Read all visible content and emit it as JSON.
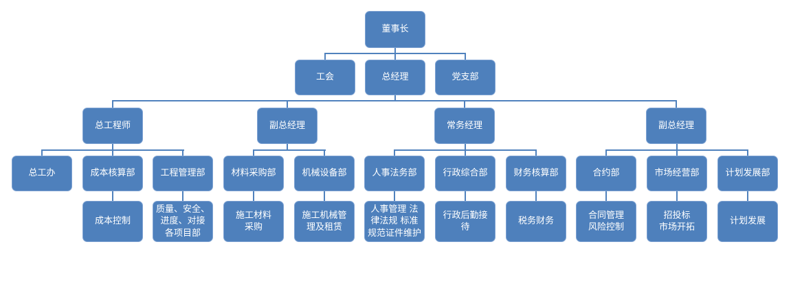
{
  "org_chart": {
    "colors": {
      "background": "#ffffff",
      "node_fill": "#4e80bc",
      "node_border": "#7fa3d3",
      "node_text": "#ffffff",
      "connector": "#4f81bd"
    },
    "nodes": {
      "chairman": {
        "label": "董事长"
      },
      "labor_union": {
        "label": "工会"
      },
      "general_manager": {
        "label": "总经理"
      },
      "party_branch": {
        "label": "党支部"
      },
      "chief_engineer": {
        "label": "总工程师"
      },
      "deputy_general_manager_1": {
        "label": "副总经理"
      },
      "managing_manager": {
        "label": "常务经理"
      },
      "deputy_general_manager_2": {
        "label": "副总经理"
      },
      "chief_engineer_office": {
        "label": "总工办"
      },
      "cost_accounting_dept": {
        "label": "成本核算部"
      },
      "engineering_management_dept": {
        "label": "工程管理部"
      },
      "material_purchasing_dept": {
        "label": "材料采购部"
      },
      "machinery_equipment_dept": {
        "label": "机械设备部"
      },
      "hr_legal_dept": {
        "label": "人事法务部"
      },
      "administration_dept": {
        "label": "行政综合部"
      },
      "finance_accounting_dept": {
        "label": "财务核算部"
      },
      "contract_dept": {
        "label": "合约部"
      },
      "market_operations_dept": {
        "label": "市场经营部"
      },
      "planning_development_dept": {
        "label": "计划发展部"
      },
      "cost_control": {
        "label": "成本控制"
      },
      "quality_safety_progress": {
        "label": "质量、安全、\n进度、对接\n各项目部"
      },
      "construction_material_purchasing": {
        "label": "施工材料\n采购"
      },
      "construction_machinery_leasing": {
        "label": "施工机械管\n理及租赁"
      },
      "hr_legal_standards": {
        "label": "人事管理 法\n律法规 标准\n规范证件维护"
      },
      "admin_logistics_reception": {
        "label": "行政后勤接\n待"
      },
      "tax_finance": {
        "label": "税务财务"
      },
      "contract_risk_control": {
        "label": "合同管理\n风险控制"
      },
      "bidding_market_expansion": {
        "label": "招投标\n市场开拓"
      },
      "planning_development": {
        "label": "计划发展"
      }
    },
    "hierarchy": [
      {
        "parent": "chairman",
        "children": [
          "labor_union",
          "general_manager",
          "party_branch"
        ]
      },
      {
        "parent": "general_manager",
        "children": [
          "chief_engineer",
          "deputy_general_manager_1",
          "managing_manager",
          "deputy_general_manager_2"
        ]
      },
      {
        "parent": "chief_engineer",
        "children": [
          "chief_engineer_office",
          "cost_accounting_dept",
          "engineering_management_dept"
        ]
      },
      {
        "parent": "deputy_general_manager_1",
        "children": [
          "material_purchasing_dept",
          "machinery_equipment_dept"
        ]
      },
      {
        "parent": "managing_manager",
        "children": [
          "hr_legal_dept",
          "administration_dept",
          "finance_accounting_dept"
        ]
      },
      {
        "parent": "deputy_general_manager_2",
        "children": [
          "contract_dept",
          "market_operations_dept",
          "planning_development_dept"
        ]
      },
      {
        "parent": "cost_accounting_dept",
        "children": [
          "cost_control"
        ]
      },
      {
        "parent": "engineering_management_dept",
        "children": [
          "quality_safety_progress"
        ]
      },
      {
        "parent": "material_purchasing_dept",
        "children": [
          "construction_material_purchasing"
        ]
      },
      {
        "parent": "machinery_equipment_dept",
        "children": [
          "construction_machinery_leasing"
        ]
      },
      {
        "parent": "hr_legal_dept",
        "children": [
          "hr_legal_standards"
        ]
      },
      {
        "parent": "administration_dept",
        "children": [
          "admin_logistics_reception"
        ]
      },
      {
        "parent": "finance_accounting_dept",
        "children": [
          "tax_finance"
        ]
      },
      {
        "parent": "contract_dept",
        "children": [
          "contract_risk_control"
        ]
      },
      {
        "parent": "market_operations_dept",
        "children": [
          "bidding_market_expansion"
        ]
      },
      {
        "parent": "planning_development_dept",
        "children": [
          "planning_development"
        ]
      }
    ]
  }
}
